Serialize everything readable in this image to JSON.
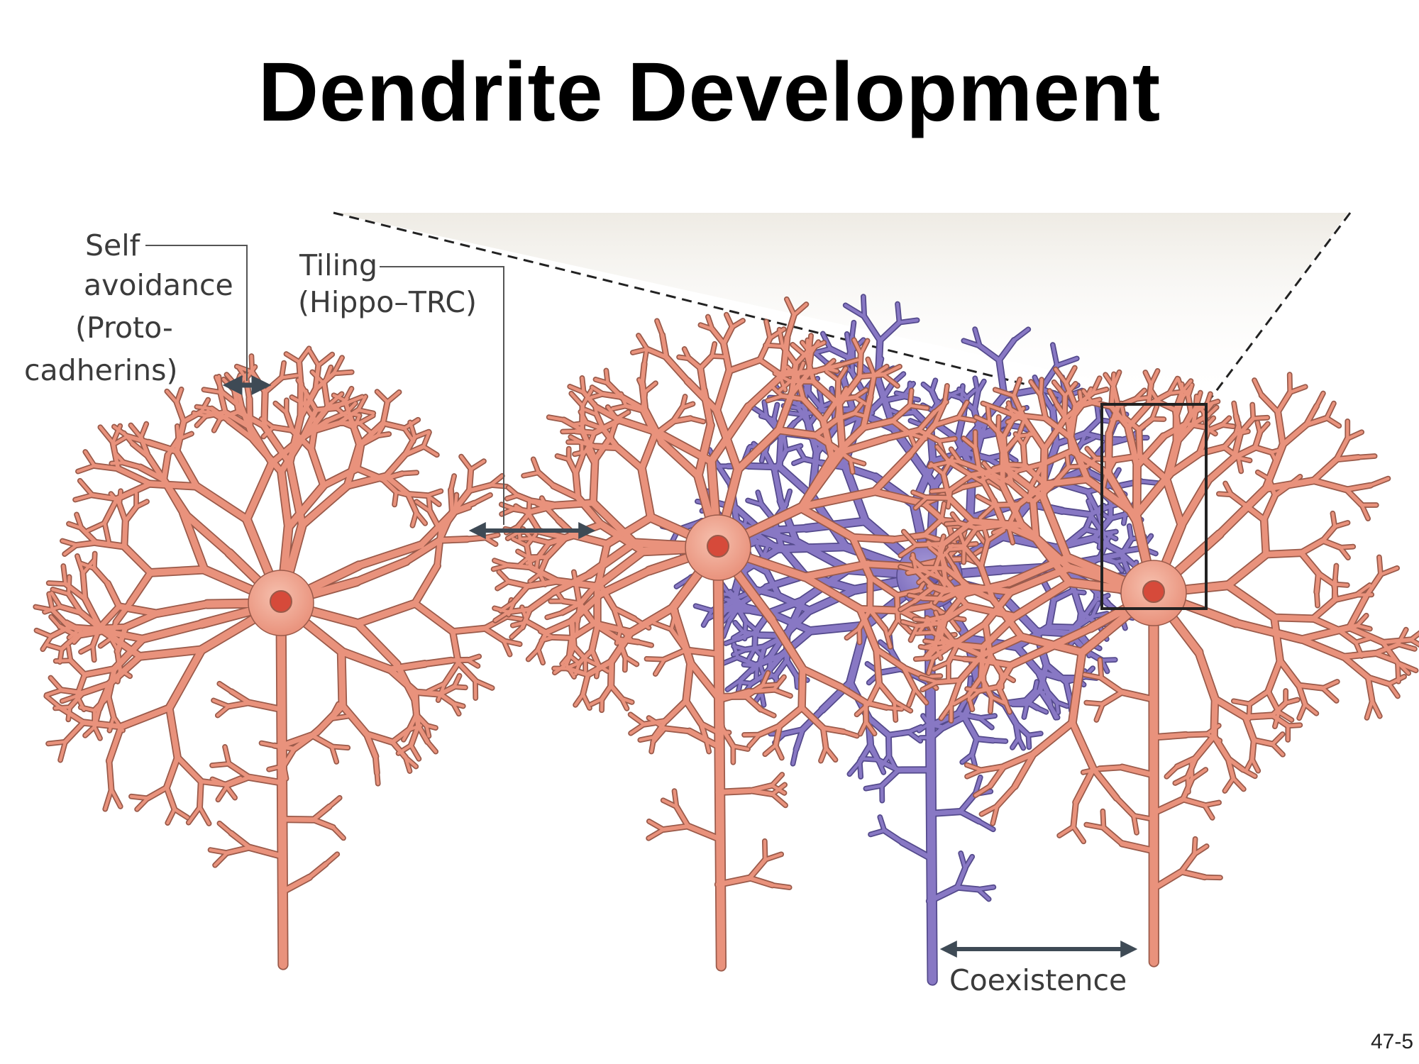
{
  "slide": {
    "title": "Dendrite Development",
    "page_number": "47-5"
  },
  "labels": {
    "self_avoidance": [
      "Self",
      "avoidance",
      "(Proto-",
      "cadherins)"
    ],
    "tiling": [
      "Tiling",
      "(Hippo–TRC)"
    ],
    "coexistence": "Coexistence"
  },
  "colors": {
    "neuron_salmon": "#e9927c",
    "neuron_outline": "#9a5a4a",
    "neuron_purple": "#8878c4",
    "purple_outline": "#544a8c",
    "arrow": "#3e4a55",
    "soma_nucleus": "#d64a3a"
  }
}
